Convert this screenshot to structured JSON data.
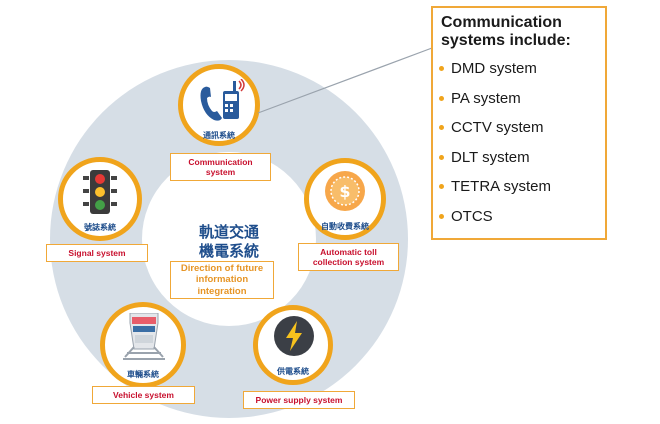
{
  "center": {
    "title_line1": "軌道交通",
    "title_line2": "機電系統",
    "subtitle": "Direction of future information integration"
  },
  "nodes": {
    "communication": {
      "zh": "通訊系統",
      "en": "Communication system"
    },
    "signal": {
      "zh": "號誌系統",
      "en": "Signal system"
    },
    "toll": {
      "zh": "自動收費系統",
      "en": "Automatic toll collection system"
    },
    "vehicle": {
      "zh": "車輛系統",
      "en": "Vehicle system"
    },
    "power": {
      "zh": "供電系統",
      "en": "Power supply system"
    }
  },
  "info": {
    "title": "Communication systems include:",
    "items": [
      "DMD system",
      "PA system",
      "CCTV system",
      "DLT system",
      "TETRA system",
      "OTCS"
    ]
  },
  "colors": {
    "ring": "#d6dee6",
    "accent": "#f0a41c",
    "label_text": "#c8102e",
    "center_text": "#1f4e8c",
    "future_text": "#e69526"
  }
}
